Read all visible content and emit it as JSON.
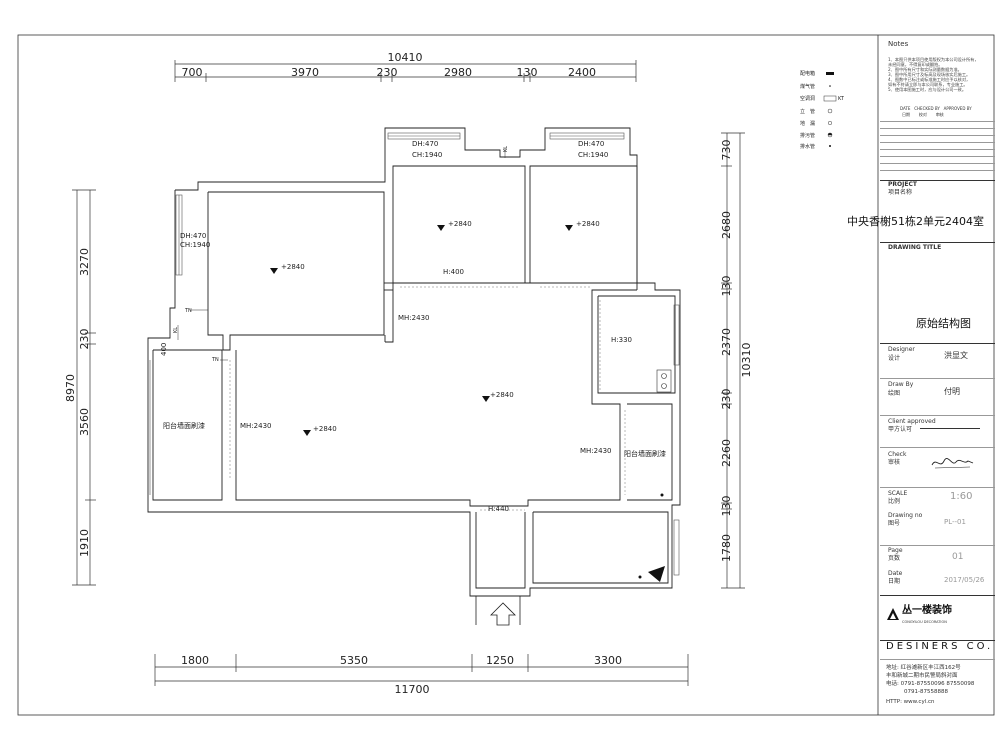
{
  "top_dims": {
    "total": "10410",
    "segments": [
      "700",
      "3970",
      "230",
      "2980",
      "130",
      "2400"
    ]
  },
  "bottom_dims": {
    "total": "11700",
    "segments": [
      "1800",
      "5350",
      "1250",
      "3300"
    ]
  },
  "left_dims": {
    "total": "8970",
    "segments": [
      "3270",
      "230",
      "3560",
      "1910"
    ]
  },
  "right_dims": {
    "total": "10310",
    "segments": [
      "730",
      "2680",
      "130",
      "2370",
      "230",
      "2260",
      "130",
      "1780"
    ]
  },
  "plan_labels": {
    "win_left_dh": "DH:470",
    "win_left_ch": "CH:1940",
    "win_top1_dh": "DH:470",
    "win_top1_ch": "CH:1940",
    "win_top2_dh": "DH:470",
    "win_top2_ch": "CH:1940",
    "elev_bed1": "+2840",
    "elev_bed2": "+2840",
    "elev_bed3": "+2840",
    "elev_living": "+2840",
    "elev_balcony": "+2840",
    "beam_h400": "H:400",
    "beam_h330": "H:330",
    "beam_h440": "H:440",
    "mh_1": "MH:2430",
    "mh_2": "MH:2430",
    "mh_3": "MH:2430",
    "mh_400": "400",
    "balcony_left": "阳台墙面刷漆",
    "balcony_right": "阳台墙面刷漆",
    "tag_tn1": "TN",
    "tag_tn2": "TN",
    "tag_kl1": "KL",
    "tag_kl2": "KL"
  },
  "legend": [
    {
      "label": "配电箱",
      "icon": "distribution-box-icon"
    },
    {
      "label": "煤气管",
      "icon": "gas-pipe-icon"
    },
    {
      "label": "空调洞",
      "icon": "ac-hole-icon",
      "suffix": "KT"
    },
    {
      "label": "立　管",
      "icon": "riser-pipe-icon"
    },
    {
      "label": "地　漏",
      "icon": "floor-drain-icon"
    },
    {
      "label": "排污管",
      "icon": "sewage-pipe-icon"
    },
    {
      "label": "排水管",
      "icon": "drain-pipe-icon"
    }
  ],
  "sidebar": {
    "notes_title": "Notes",
    "notes": [
      "1、本图只供本项目使用版权为本公司设计所有，",
      "   未经同意，不得复印或翻拍。",
      "2、图中所有尺寸和实际测量数据为准。",
      "3、图中所用尺寸及标高及现场核实后施工。",
      "4、图数中已标注或标准施工时应予以核对，",
      "   如有不符请立即与本公司联系，专业施工。",
      "5、使用本图施工时，应与设计公司一致。"
    ],
    "approval_header": [
      "DATE",
      "CHECKED BY",
      "APPROVED BY"
    ],
    "approval_header_cn": [
      "日期",
      "校对",
      "审核"
    ],
    "project_label": "PROJECT",
    "project_label_cn": "项目名称",
    "project_name": "中央香榭51栋2单元2404室",
    "drawing_title_label": "DRAWING TITLE",
    "drawing_title": "原始结构图",
    "designer_label": "Designer",
    "designer_label_cn": "设计",
    "designer": "洪显文",
    "drawby_label": "Draw By",
    "drawby_label_cn": "绘图",
    "drawby": "付明",
    "client_label": "Client approved",
    "client_label_cn": "甲方认可",
    "check_label": "Check",
    "check_label_cn": "审核",
    "scale_label": "SCALE",
    "scale_label_cn": "比例",
    "scale": "1:60",
    "drawingno_label": "Drawing  no",
    "drawingno_label_cn": "图号",
    "drawingno": "PL--01",
    "page_label": "Page",
    "page_label_cn": "页数",
    "page": "01",
    "date_label": "Date",
    "date_label_cn": "日期",
    "date": "2017/05/26",
    "company_logo": "丛一楼装饰",
    "company_logo_en": "CONGYILOU DECORATION",
    "designers_co": "DESINERS CO.",
    "address_1": "地址: 红谷滩新区丰江西162号",
    "address_2": "丰和新城二期市民警局斜对面",
    "phone_1": "电话: 0791-87550096 87550098",
    "phone_2": "0791-87558888",
    "http": "HTTP: www.cyl.cn"
  }
}
